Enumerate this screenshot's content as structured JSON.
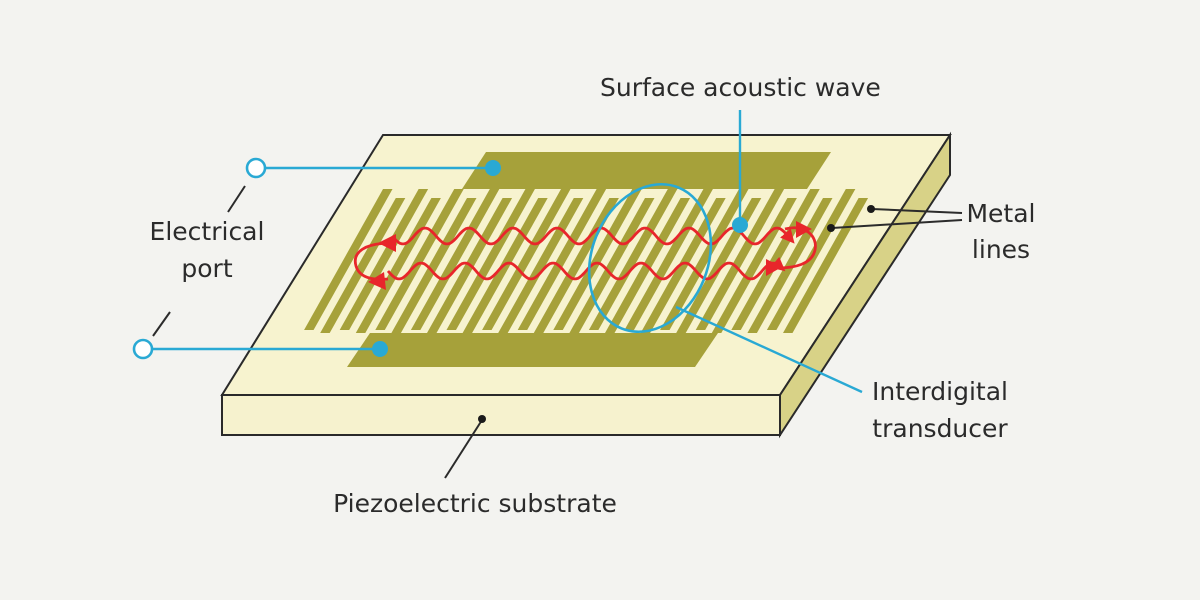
{
  "labels": {
    "surface_acoustic_wave": "Surface acoustic wave",
    "electrical_port_1": "Electrical",
    "electrical_port_2": "port",
    "metal_lines_1": "Metal",
    "metal_lines_2": "lines",
    "interdigital_transducer_1": "Interdigital",
    "interdigital_transducer_2": "transducer",
    "piezoelectric_substrate": "Piezoelectric substrate"
  },
  "colors": {
    "background": "#f3f3f0",
    "substrate_top": "#f7f3cf",
    "substrate_front": "#f6f2ce",
    "substrate_side": "#d8d287",
    "electrode": "#a6a13a",
    "wave": "#e8262b",
    "leader_line": "#29a9d4",
    "text": "#2b2b2b"
  }
}
